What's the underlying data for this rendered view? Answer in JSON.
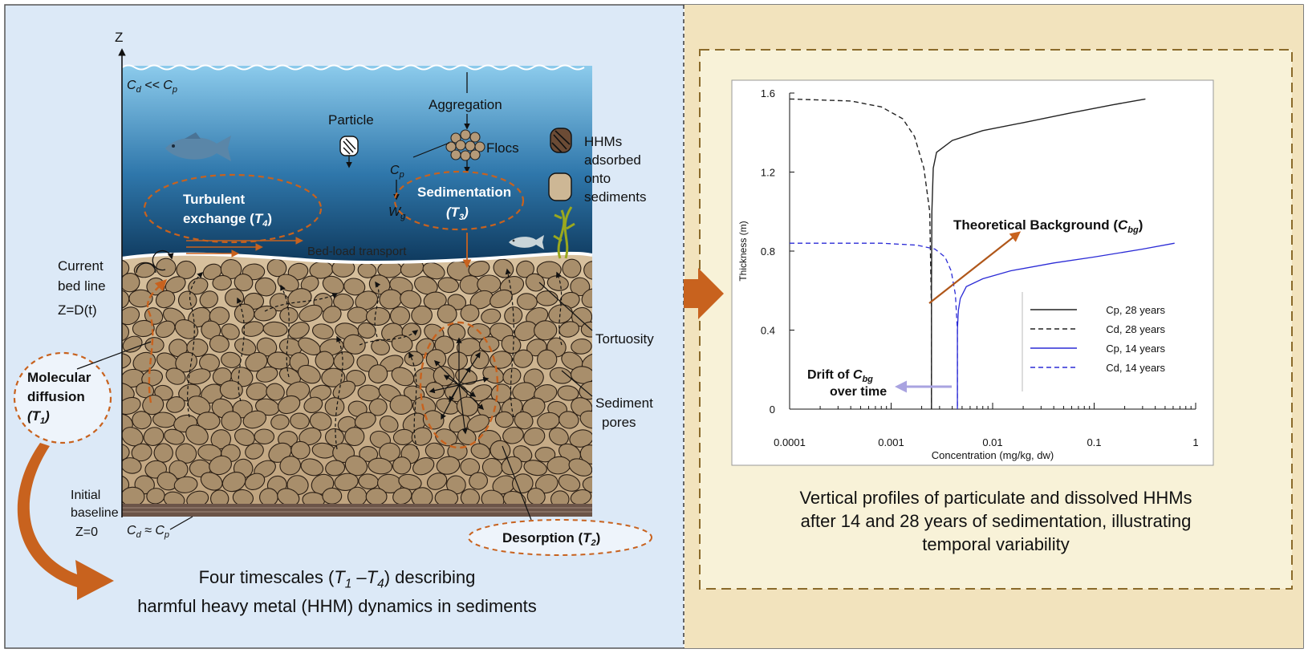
{
  "left": {
    "z_axis": "Z",
    "surface_label": "C_d << C_p",
    "particle": "Particle",
    "aggregation": "Aggregation",
    "flocs": "Flocs",
    "hhm_lines": [
      "HHMs",
      "adsorbed",
      "onto",
      "sediments"
    ],
    "cp_label": "C_p",
    "wg_label": "W_g",
    "turbulent_line1": "Turbulent",
    "turbulent_line2": "exchange (T4)",
    "sedimentation_line1": "Sedimentation",
    "sedimentation_line2": "(T3)",
    "bedload": "Bed-load transport",
    "current_bed_lines": [
      "Current",
      "bed line",
      "Z=D(t)"
    ],
    "tortuosity": "Tortuosity",
    "molecular_lines": [
      "Molecular",
      "diffusion",
      "(T1)"
    ],
    "pores_lines": [
      "Sediment",
      "pores"
    ],
    "initial_lines": [
      "Initial",
      "baseline",
      "Z=0"
    ],
    "bottom_label": "C_d ≈ C_p",
    "desorption": "Desorption (T2)",
    "caption_line1": "Four timescales (T1 –T4)  describing",
    "caption_line2": "harmful heavy metal (HHM) dynamics in sediments"
  },
  "right": {
    "caption_lines": [
      "Vertical profiles of particulate and dissolved HHMs",
      "after 14 and 28 years of sedimentation, illustrating",
      "temporal variability"
    ],
    "theoretical_label": "Theoretical Background (Cbg)",
    "drift_line1": "Drift of Cbg",
    "drift_line2": "over time"
  },
  "colors": {
    "left_bg": "#dce9f7",
    "right_bg": "#f2e3bd",
    "chart_frame_bg": "#f8f2d8",
    "orange": "#c8621e",
    "sediment": "#a88e6b",
    "water_top": "#7fc1e6",
    "water_bottom": "#0f3a5e",
    "series_28": "#222222",
    "series_14": "#2b2bd6",
    "drift_arrow": "#a9a3e0"
  },
  "chart_data": {
    "type": "line",
    "xlabel": "Concentration (mg/kg, dw)",
    "ylabel": "Thickness (m)",
    "x_scale": "log",
    "xlim": [
      0.0001,
      1
    ],
    "ylim": [
      0,
      1.6
    ],
    "x_ticks": [
      0.0001,
      0.001,
      0.01,
      0.1,
      1
    ],
    "x_tick_labels": [
      "0.0001",
      "0.001",
      "0.01",
      "0.1",
      "1"
    ],
    "y_ticks": [
      0,
      0.4,
      0.8,
      1.2,
      1.6
    ],
    "y_tick_labels": [
      "0",
      "0.4",
      "0.8",
      "1.2",
      "1.6"
    ],
    "legend_position": "lower-right",
    "series": [
      {
        "name": "Cp, 28 years",
        "style": "solid",
        "x": [
          0.0025,
          0.0025,
          0.00252,
          0.0026,
          0.0028,
          0.004,
          0.008,
          0.02,
          0.06,
          0.15,
          0.32
        ],
        "y": [
          0,
          0.6,
          1.0,
          1.22,
          1.3,
          1.36,
          1.41,
          1.45,
          1.5,
          1.54,
          1.57
        ]
      },
      {
        "name": "Cd, 28 years",
        "style": "dashed",
        "x": [
          0.0001,
          0.0004,
          0.0008,
          0.0013,
          0.0017,
          0.0021,
          0.0024,
          0.0025,
          0.0025
        ],
        "y": [
          1.57,
          1.56,
          1.53,
          1.47,
          1.38,
          1.22,
          1.0,
          0.5,
          0
        ]
      },
      {
        "name": "Cp, 14 years",
        "style": "solid",
        "x": [
          0.0045,
          0.0045,
          0.0046,
          0.0048,
          0.0055,
          0.008,
          0.015,
          0.04,
          0.1,
          0.3,
          0.62
        ],
        "y": [
          0,
          0.4,
          0.5,
          0.56,
          0.62,
          0.66,
          0.7,
          0.74,
          0.77,
          0.81,
          0.84
        ]
      },
      {
        "name": "Cd, 14 years",
        "style": "dashed",
        "x": [
          0.0001,
          0.0008,
          0.0018,
          0.0027,
          0.0034,
          0.0039,
          0.0043,
          0.0045,
          0.0045
        ],
        "y": [
          0.84,
          0.84,
          0.83,
          0.81,
          0.77,
          0.7,
          0.58,
          0.4,
          0
        ]
      }
    ]
  }
}
